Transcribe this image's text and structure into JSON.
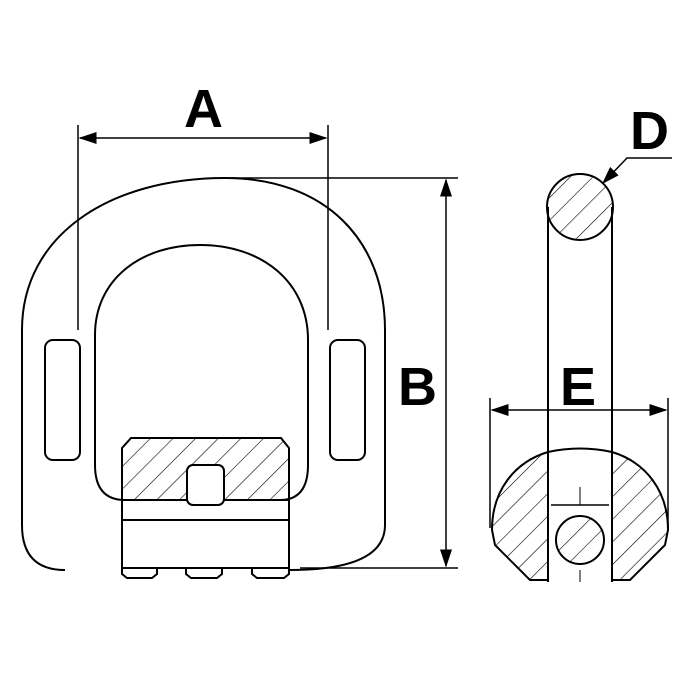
{
  "labels": {
    "a": "A",
    "b": "B",
    "d": "D",
    "e": "E"
  },
  "colors": {
    "line": "#000000",
    "background": "#ffffff"
  }
}
